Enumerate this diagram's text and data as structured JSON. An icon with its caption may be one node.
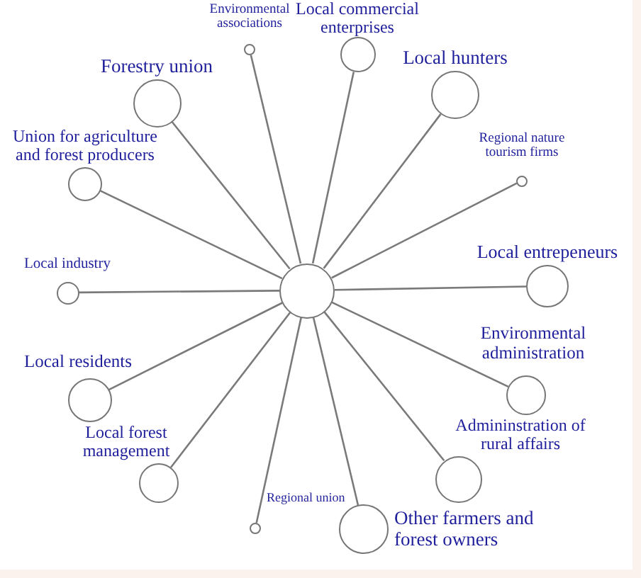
{
  "diagram": {
    "nodes": [
      {
        "text": [
          "Environmental associations"
        ]
      },
      {
        "text": [
          "Local commercial enterprises"
        ]
      },
      {
        "text": [
          "Forestry union"
        ]
      },
      {
        "text": [
          "Local hunters"
        ]
      },
      {
        "text": [
          "Union for agriculture and forest producers"
        ]
      },
      {
        "text": [
          "Regional nature tourism firms"
        ]
      },
      {
        "text": [
          "Local industry"
        ]
      },
      {
        "text": [
          "Local entrepeneurs"
        ]
      },
      {
        "text": [],
        "shape": "circle"
      },
      {
        "text": [
          "Environmental administration"
        ]
      },
      {
        "text": [
          "Local residents"
        ]
      },
      {
        "text": [
          "Admininstration of rural affairs"
        ]
      },
      {
        "text": [
          "Local forest management"
        ]
      },
      {
        "text": [
          "Other farmers and forest owners"
        ]
      },
      {
        "text": [
          "Regional union"
        ]
      }
    ],
    "edges": [
      {
        "from": 8,
        "to": 0,
        "arrow": "none"
      },
      {
        "from": 8,
        "to": 1,
        "arrow": "none"
      },
      {
        "from": 8,
        "to": 2,
        "arrow": "none"
      },
      {
        "from": 8,
        "to": 3,
        "arrow": "none"
      },
      {
        "from": 8,
        "to": 4,
        "arrow": "none"
      },
      {
        "from": 8,
        "to": 5,
        "arrow": "none"
      },
      {
        "from": 8,
        "to": 6,
        "arrow": "none"
      },
      {
        "from": 8,
        "to": 7,
        "arrow": "none"
      },
      {
        "from": 8,
        "to": 9,
        "arrow": "none"
      },
      {
        "from": 8,
        "to": 10,
        "arrow": "none"
      },
      {
        "from": 8,
        "to": 11,
        "arrow": "none"
      },
      {
        "from": 8,
        "to": 12,
        "arrow": "none"
      },
      {
        "from": 8,
        "to": 13,
        "arrow": "none"
      },
      {
        "from": 8,
        "to": 14,
        "arrow": "none"
      }
    ]
  }
}
